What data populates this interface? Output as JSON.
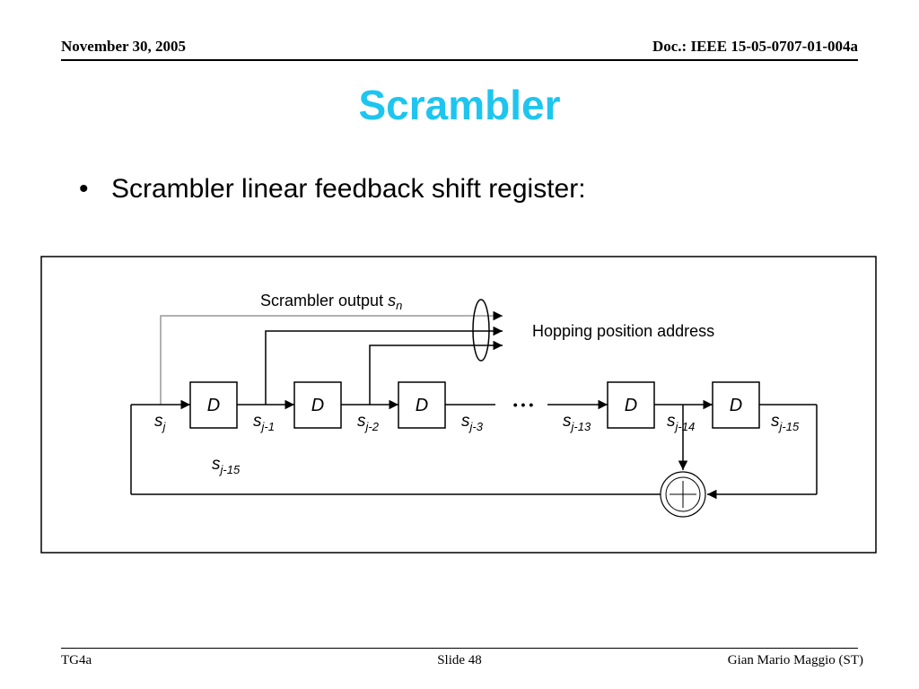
{
  "header": {
    "date": "November 30, 2005",
    "doc": "Doc.: IEEE 15-05-0707-01-004a"
  },
  "title": "Scrambler",
  "bullet": {
    "marker": "•",
    "text": "Scrambler linear feedback shift register:"
  },
  "diagram": {
    "output_label": "Scrambler output",
    "output_symbol": "s",
    "output_sub": "n",
    "hopping_label": "Hopping position address",
    "register_label": "D",
    "ellipsis": "• • •",
    "signals": [
      {
        "s": "s",
        "sub": "j"
      },
      {
        "s": "s",
        "sub": "j-1"
      },
      {
        "s": "s",
        "sub": "j-2"
      },
      {
        "s": "s",
        "sub": "j-3"
      },
      {
        "s": "s",
        "sub": "j-13"
      },
      {
        "s": "s",
        "sub": "j-14"
      },
      {
        "s": "s",
        "sub": "j-15"
      }
    ],
    "feedback_signal": {
      "s": "s",
      "sub": "j-15"
    },
    "adder_symbol": "+"
  },
  "footer": {
    "left": "TG4a",
    "center": "Slide 48",
    "right": "Gian Mario Maggio (ST)"
  }
}
